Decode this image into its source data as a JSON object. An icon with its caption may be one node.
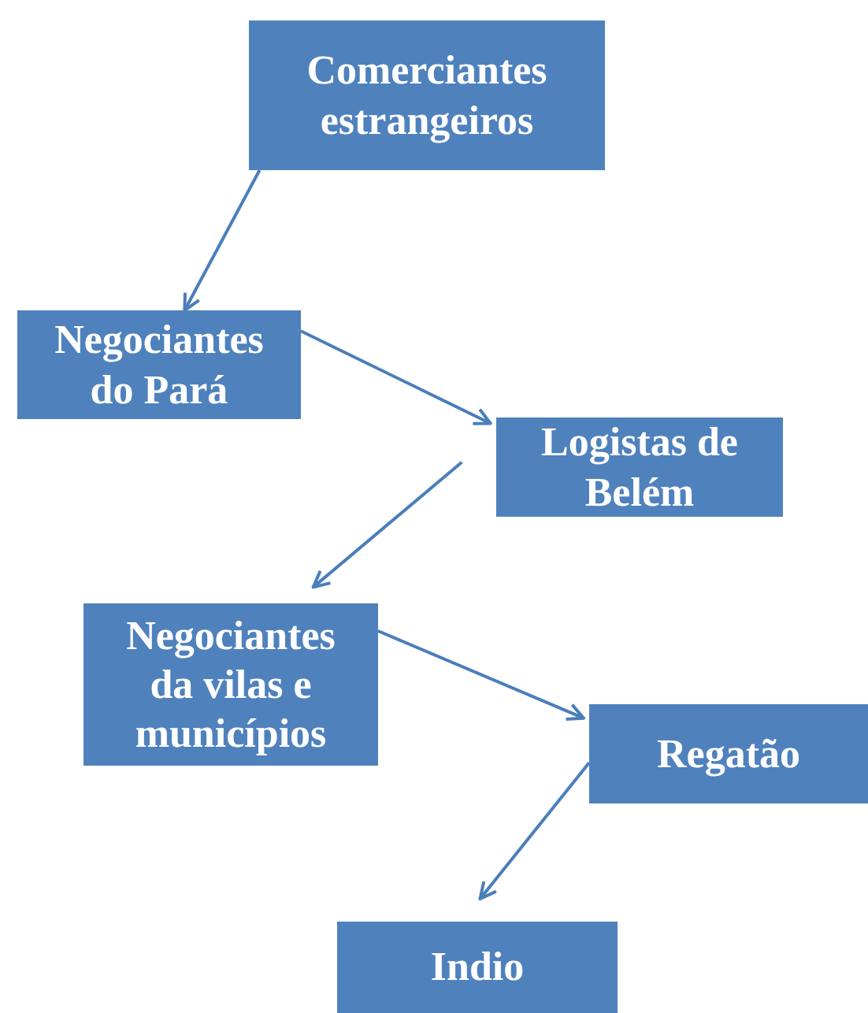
{
  "diagram": {
    "nodes": [
      {
        "text": [
          "Comerciantes estrangeiros"
        ]
      },
      {
        "text": [
          "Negociantes do Pará"
        ]
      },
      {
        "text": [
          "Logistas de Belém"
        ]
      },
      {
        "text": [
          "Negociantes da vilas e municípios"
        ]
      },
      {
        "text": [
          "Regatão"
        ]
      },
      {
        "text": [
          "Indio"
        ]
      }
    ],
    "edges": [
      {
        "from": 0,
        "to": 1,
        "arrow": "to"
      },
      {
        "from": 1,
        "to": 2,
        "arrow": "to"
      },
      {
        "from": 2,
        "to": 3,
        "arrow": "to"
      },
      {
        "from": 3,
        "to": 4,
        "arrow": "to"
      },
      {
        "from": 4,
        "to": 5,
        "arrow": "to"
      }
    ]
  }
}
